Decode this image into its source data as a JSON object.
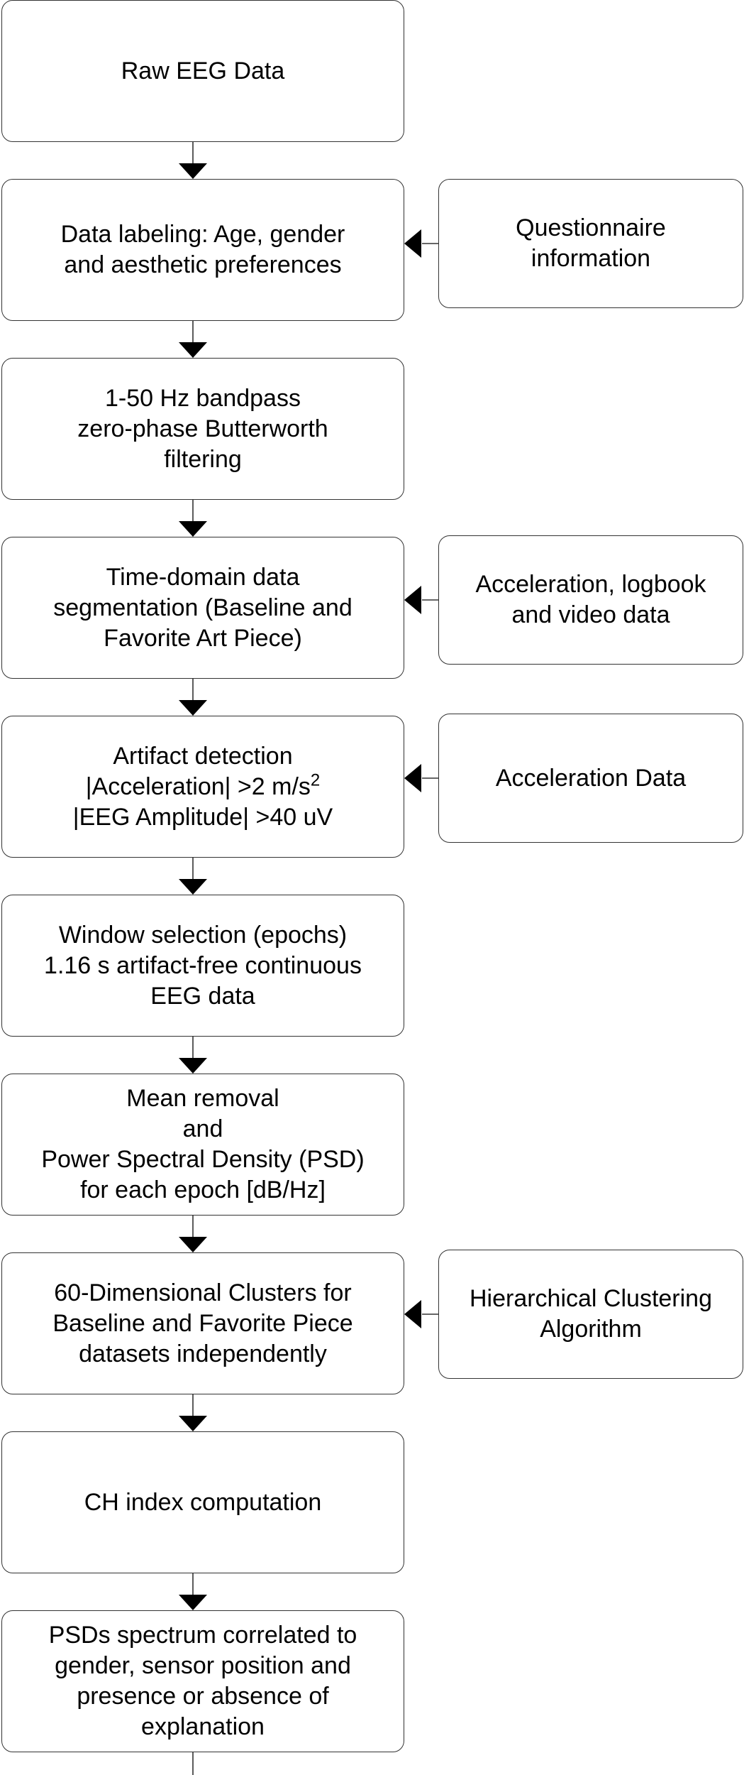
{
  "steps": [
    {
      "lines": [
        "Raw EEG Data"
      ]
    },
    {
      "lines": [
        "Data labeling: Age, gender",
        "and aesthetic preferences"
      ]
    },
    {
      "lines": [
        "1-50 Hz bandpass",
        "zero-phase Butterworth",
        "filtering"
      ]
    },
    {
      "lines": [
        "Time-domain data",
        "segmentation (Baseline and",
        "Favorite Art Piece)"
      ]
    },
    {
      "lines": [
        "Artifact detection",
        "|Acceleration| >2 m/s",
        "|EEG Amplitude| >40 uV"
      ],
      "superscript": "2"
    },
    {
      "lines": [
        "Window selection (epochs)",
        "1.16 s artifact-free continuous",
        "EEG data"
      ]
    },
    {
      "lines": [
        "Mean removal",
        "and",
        "Power Spectral Density (PSD)",
        "for each epoch [dB/Hz]"
      ]
    },
    {
      "lines": [
        "60-Dimensional Clusters for",
        "Baseline and Favorite Piece",
        "datasets independently"
      ]
    },
    {
      "lines": [
        "CH index computation"
      ]
    },
    {
      "lines": [
        "PSDs spectrum correlated to",
        "gender, sensor position and",
        "presence or absence of",
        "explanation"
      ]
    }
  ],
  "side_inputs": [
    {
      "lines": [
        "Questionnaire",
        "information"
      ]
    },
    {
      "lines": [
        "Acceleration, logbook",
        "and video data"
      ]
    },
    {
      "lines": [
        "Acceleration Data"
      ]
    },
    {
      "lines": [
        "Hierarchical Clustering",
        "Algorithm"
      ]
    }
  ]
}
